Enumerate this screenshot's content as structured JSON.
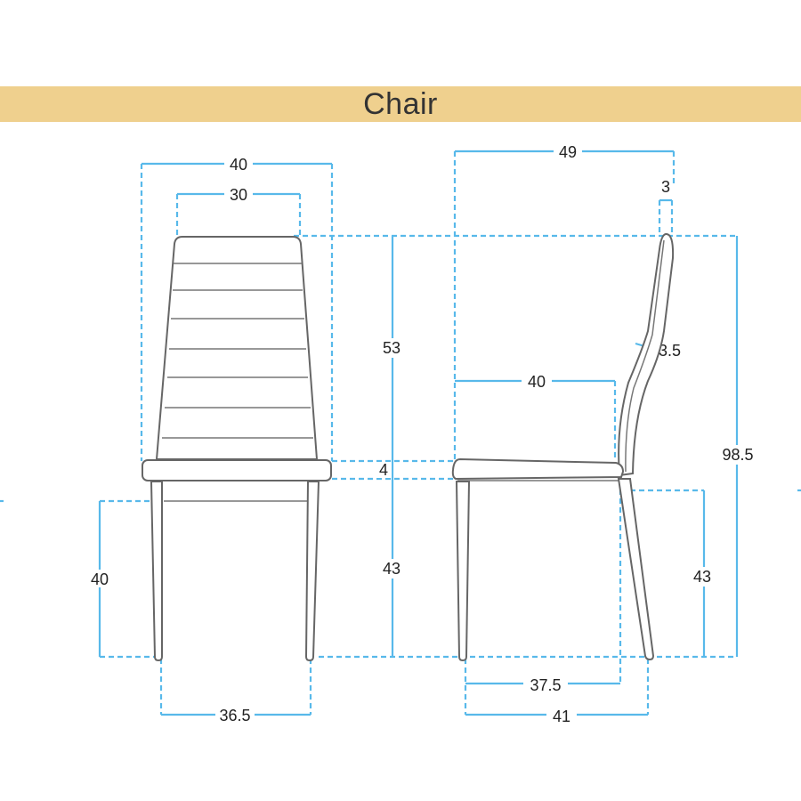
{
  "title": "Chair",
  "colors": {
    "banner": "#efd08e",
    "dimension": "#58b9ea",
    "outline": "#666666"
  },
  "front_view": {
    "overall_width": "40",
    "back_width": "30",
    "seat_to_floor_height": "40",
    "leg_span": "36.5"
  },
  "center": {
    "back_height": "53",
    "seat_thickness": "4",
    "leg_height": "43"
  },
  "side_view": {
    "overall_depth": "49",
    "back_top_thickness": "3",
    "back_thickness": "3.5",
    "seat_depth": "40",
    "total_height": "98.5",
    "seat_height": "43",
    "inner_leg_span": "37.5",
    "outer_leg_span": "41"
  }
}
